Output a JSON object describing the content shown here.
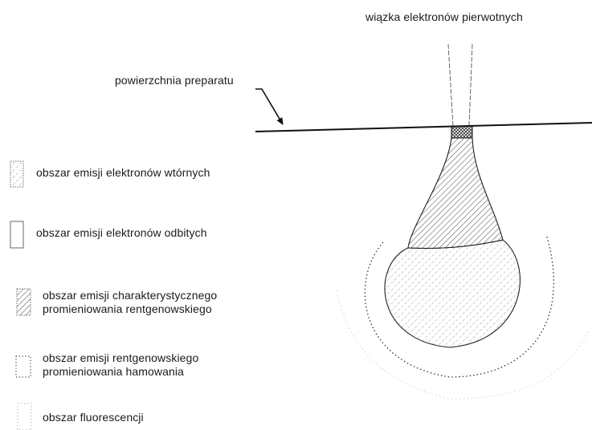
{
  "diagram": {
    "beam_label": "wiązka elektronów pierwotnych",
    "surface_label": "powierzchnia preparatu",
    "legend": [
      {
        "id": "secondary",
        "lines": [
          "obszar emisji elektronów wtórnych"
        ]
      },
      {
        "id": "backscattered",
        "lines": [
          "obszar emisji elektronów odbitych"
        ]
      },
      {
        "id": "characteristic",
        "lines": [
          "obszar emisji charakterystycznego",
          "promieniowania rentgenowskiego"
        ]
      },
      {
        "id": "bremsstrahlung",
        "lines": [
          "obszar emisji rentgenowskiego",
          "promieniowania hamowania"
        ]
      },
      {
        "id": "fluorescence",
        "lines": [
          "obszar fluorescencji"
        ]
      }
    ]
  }
}
